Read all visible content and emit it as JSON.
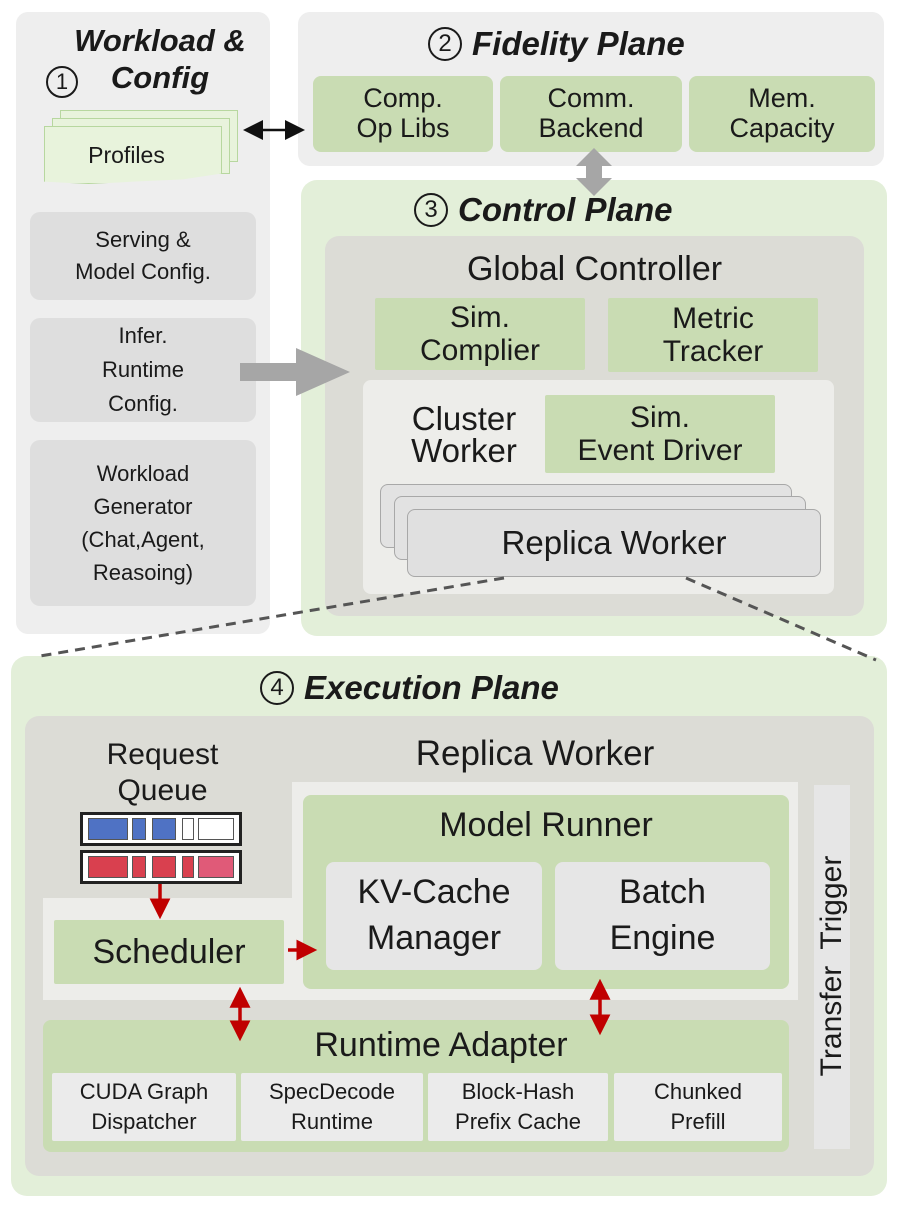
{
  "workload": {
    "num": "1",
    "title": "Workload &\nConfig",
    "profiles": "Profiles",
    "serving": "Serving &\nModel Config.",
    "infer": "Infer.\nRuntime\nConfig.",
    "generator": "Workload\nGenerator\n(Chat,Agent,\nReasoing)"
  },
  "fidelity": {
    "num": "2",
    "title": "Fidelity Plane",
    "comp": "Comp.\nOp Libs",
    "comm": "Comm.\nBackend",
    "mem": "Mem.\nCapacity"
  },
  "control": {
    "num": "3",
    "title": "Control Plane",
    "global": "Global Controller",
    "compiler": "Sim.\nComplier",
    "metric": "Metric\nTracker",
    "cluster": "Cluster\nWorker",
    "event": "Sim.\nEvent Driver",
    "replica": "Replica Worker"
  },
  "execution": {
    "num": "4",
    "title": "Execution Plane",
    "replica_worker": "Replica Worker",
    "request_queue": "Request\nQueue",
    "scheduler": "Scheduler",
    "model_runner": "Model Runner",
    "kv_cache": "KV-Cache\nManager",
    "batch_engine": "Batch\nEngine",
    "transfer": "Transfer  Trigger",
    "runtime_adapter": "Runtime Adapter",
    "adapters": [
      "CUDA Graph\nDispatcher",
      "SpecDecode\nRuntime",
      "Block-Hash\nPrefix Cache",
      "Chunked\nPrefill"
    ]
  },
  "colors": {
    "red_arrow": "#c00000",
    "queue_blue": "#4f72c4",
    "queue_red": "#d9404f"
  }
}
